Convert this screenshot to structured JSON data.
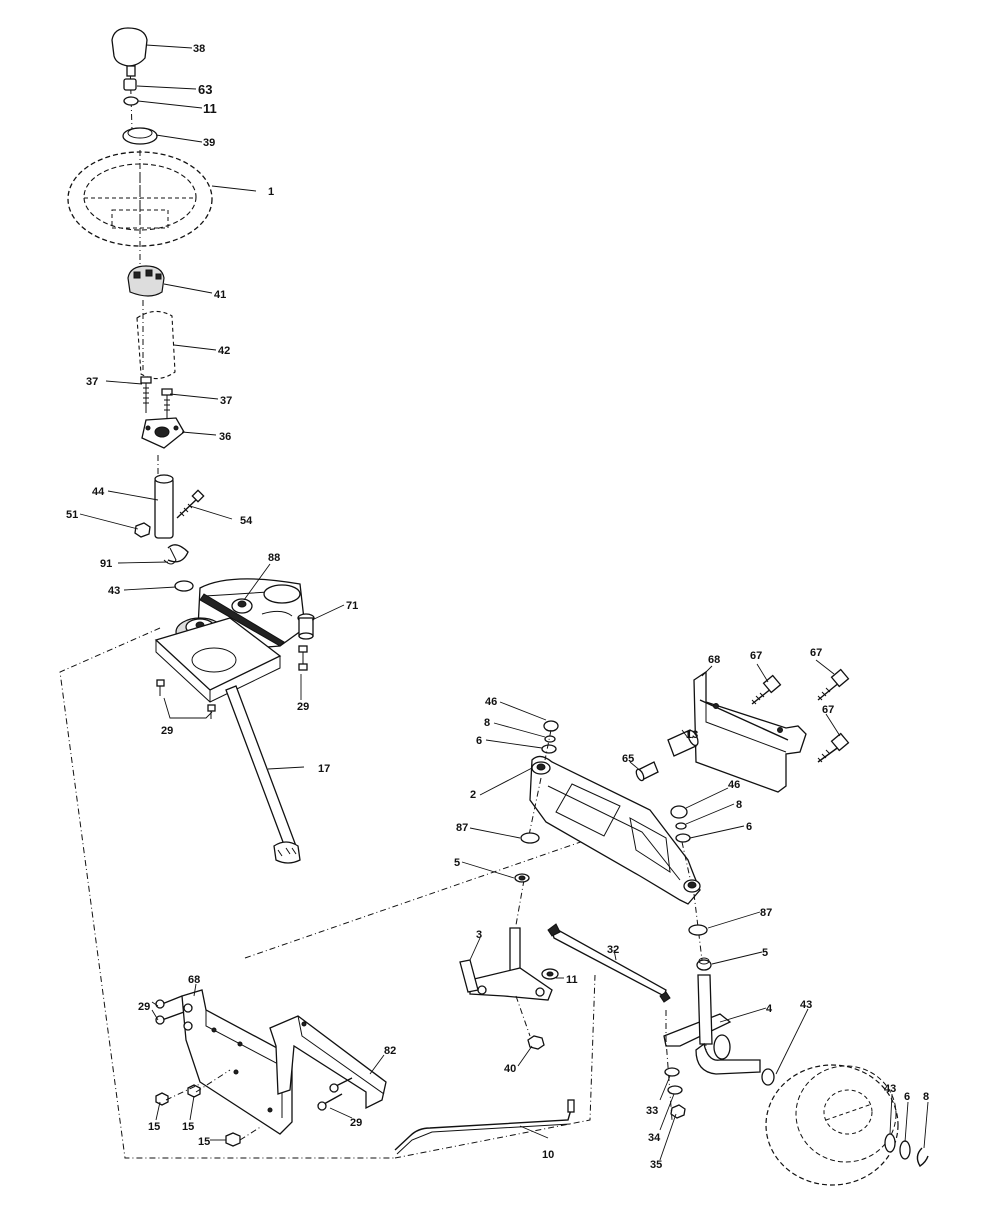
{
  "diagram": {
    "callouts": [
      {
        "id": "c38",
        "text": "38"
      },
      {
        "id": "c63",
        "text": "63"
      },
      {
        "id": "c11a",
        "text": "11"
      },
      {
        "id": "c39",
        "text": "39"
      },
      {
        "id": "c1",
        "text": "1"
      },
      {
        "id": "c41",
        "text": "41"
      },
      {
        "id": "c42",
        "text": "42"
      },
      {
        "id": "c37a",
        "text": "37"
      },
      {
        "id": "c37b",
        "text": "37"
      },
      {
        "id": "c36",
        "text": "36"
      },
      {
        "id": "c44",
        "text": "44"
      },
      {
        "id": "c54",
        "text": "54"
      },
      {
        "id": "c51",
        "text": "51"
      },
      {
        "id": "c91",
        "text": "91"
      },
      {
        "id": "c88",
        "text": "88"
      },
      {
        "id": "c43a",
        "text": "43"
      },
      {
        "id": "c71",
        "text": "71"
      },
      {
        "id": "c29a",
        "text": "29"
      },
      {
        "id": "c29b",
        "text": "29"
      },
      {
        "id": "c17",
        "text": "17"
      },
      {
        "id": "c68a",
        "text": "68"
      },
      {
        "id": "c67a",
        "text": "67"
      },
      {
        "id": "c67b",
        "text": "67"
      },
      {
        "id": "c67c",
        "text": "67"
      },
      {
        "id": "c46a",
        "text": "46"
      },
      {
        "id": "c8a",
        "text": "8"
      },
      {
        "id": "c6a",
        "text": "6"
      },
      {
        "id": "c13",
        "text": "13"
      },
      {
        "id": "c65",
        "text": "65"
      },
      {
        "id": "c46b",
        "text": "46"
      },
      {
        "id": "c8b",
        "text": "8"
      },
      {
        "id": "c6b",
        "text": "6"
      },
      {
        "id": "c2",
        "text": "2"
      },
      {
        "id": "c87a",
        "text": "87"
      },
      {
        "id": "c5a",
        "text": "5"
      },
      {
        "id": "c87b",
        "text": "87"
      },
      {
        "id": "c5b",
        "text": "5"
      },
      {
        "id": "c3",
        "text": "3"
      },
      {
        "id": "c32",
        "text": "32"
      },
      {
        "id": "c11b",
        "text": "11"
      },
      {
        "id": "c4",
        "text": "4"
      },
      {
        "id": "c68b",
        "text": "68"
      },
      {
        "id": "c29c",
        "text": "29"
      },
      {
        "id": "c82",
        "text": "82"
      },
      {
        "id": "c40",
        "text": "40"
      },
      {
        "id": "c43b",
        "text": "43"
      },
      {
        "id": "c43c",
        "text": "43"
      },
      {
        "id": "c6c",
        "text": "6"
      },
      {
        "id": "c8c",
        "text": "8"
      },
      {
        "id": "c33",
        "text": "33"
      },
      {
        "id": "c34",
        "text": "34"
      },
      {
        "id": "c35",
        "text": "35"
      },
      {
        "id": "c15a",
        "text": "15"
      },
      {
        "id": "c15b",
        "text": "15"
      },
      {
        "id": "c15c",
        "text": "15"
      },
      {
        "id": "c29d",
        "text": "29"
      },
      {
        "id": "c10",
        "text": "10"
      }
    ]
  }
}
